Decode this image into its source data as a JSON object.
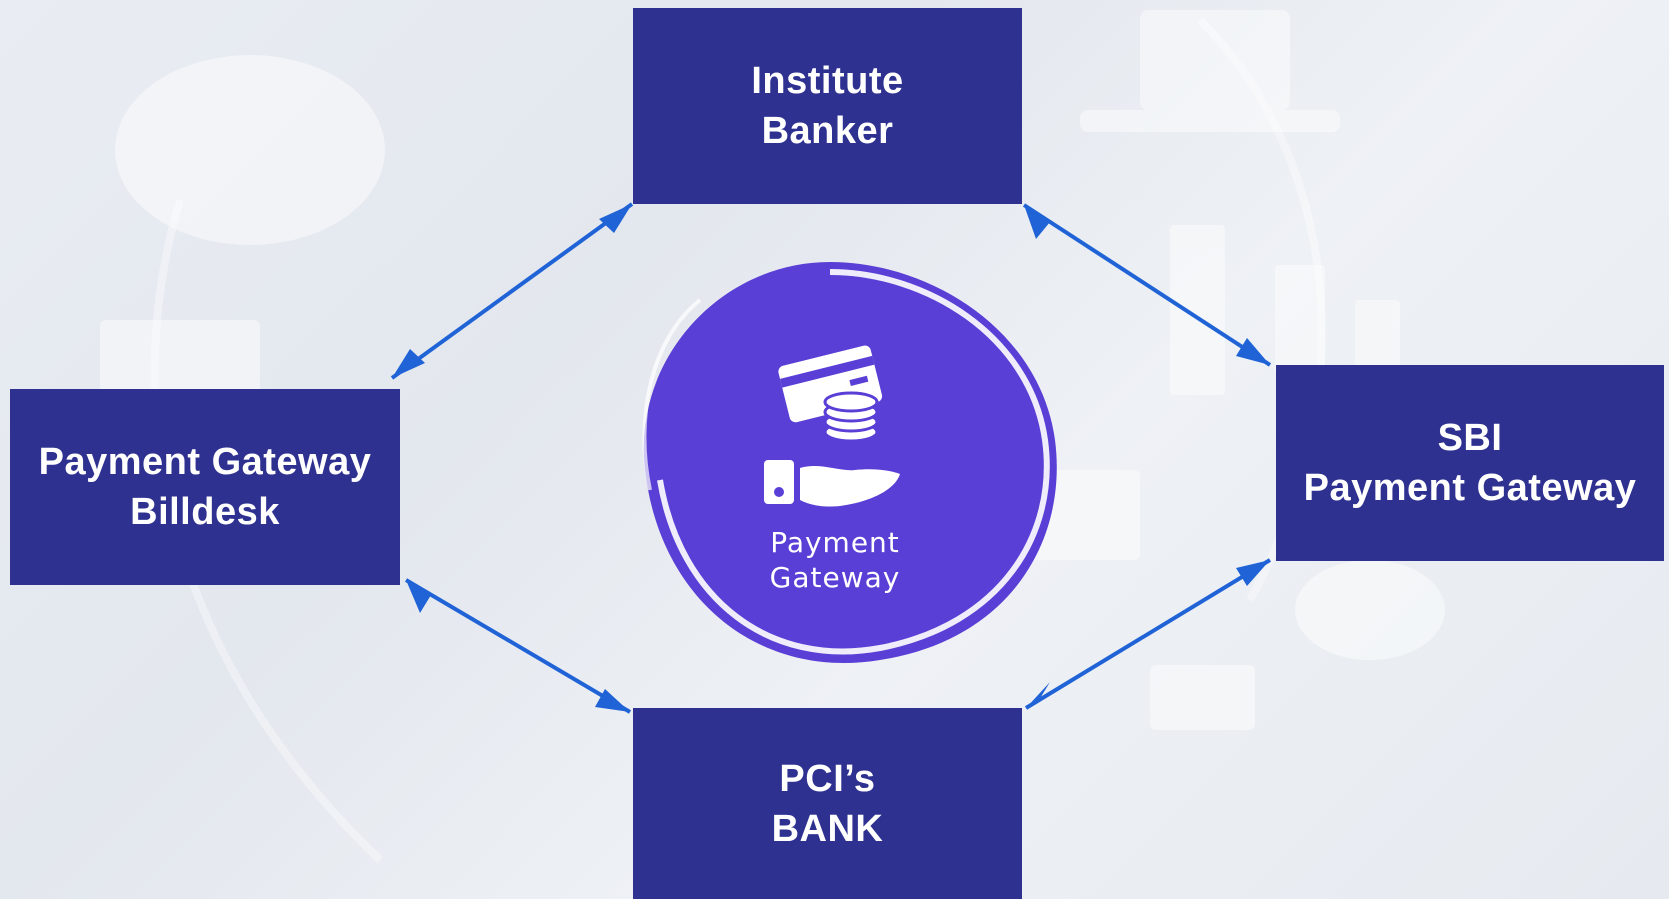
{
  "diagram": {
    "nodes": {
      "top": [
        "Institute",
        "Banker"
      ],
      "left": [
        "Payment Gateway",
        "Billdesk"
      ],
      "right": [
        "SBI",
        "Payment Gateway"
      ],
      "bottom": [
        "PCI’s",
        "BANK"
      ]
    },
    "center": {
      "label_line1": "Payment",
      "label_line2": "Gateway",
      "icons": [
        "credit-card-icon",
        "coin-stack-icon",
        "hand-icon"
      ]
    },
    "connectors": [
      "top-left",
      "top-right",
      "left-bottom",
      "right-bottom"
    ],
    "colors": {
      "box": "#2e3190",
      "blob": "#5a3fd6",
      "arrow": "#1f63d6",
      "background": "#e8ecf2"
    }
  }
}
